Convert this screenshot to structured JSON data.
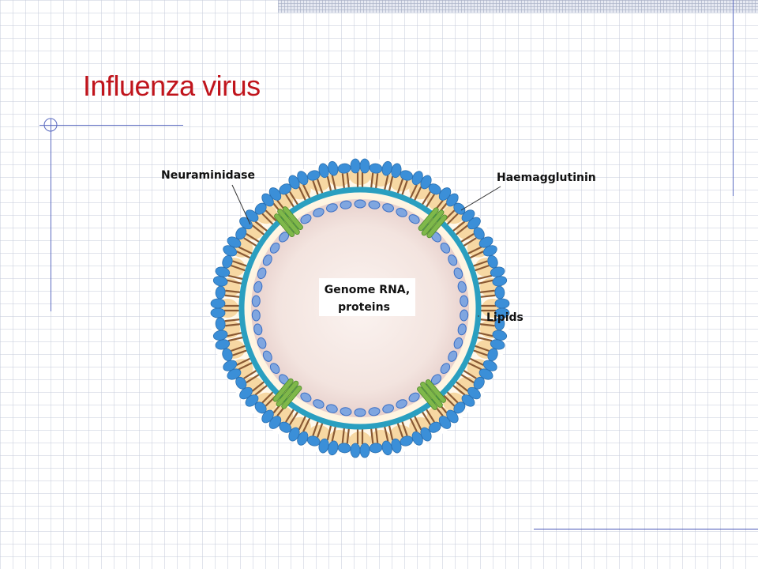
{
  "slide": {
    "title": "Influenza virus"
  },
  "diagram": {
    "labels": {
      "neuraminidase": "Neuraminidase",
      "haemagglutinin": "Haemagglutinin",
      "genome_line1": "Genome RNA,",
      "genome_line2": "proteins",
      "lipids": "Lipids"
    },
    "colors": {
      "title": "#c0141c",
      "hemagglutinin": "#3b8fd8",
      "neuraminidase": "#8a5a34",
      "matrix_protein": "#7fb84a",
      "lipid_membrane": "#2a9fc0",
      "lipid_heads": "#f6d49a",
      "core": "#f2e6e2"
    }
  }
}
